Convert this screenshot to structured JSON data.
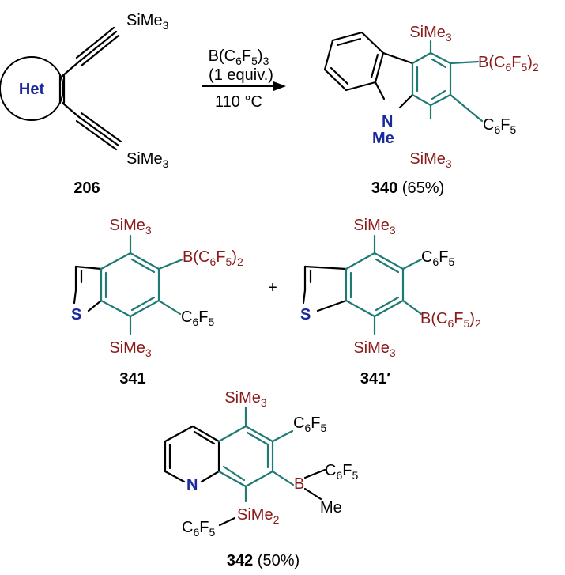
{
  "labels": {
    "het": "Het",
    "sime3": "SiMe",
    "sub3": "3",
    "sime2": "SiMe",
    "sub2": "2",
    "b_open": "B(C",
    "c6": "6",
    "f5": "F",
    "sub5": "5",
    "close": ")",
    "c_atom": "C",
    "f_atom": "F",
    "b_atom": "B",
    "n": "N",
    "me": "Me",
    "s": "S",
    "plus": "+"
  },
  "reaction": {
    "reagent_prefix": "B(C",
    "reagent_sub6": "6",
    "reagent_f": "F",
    "reagent_sub5": "5",
    "reagent_close": ")",
    "reagent_sub3": "3",
    "equiv": "(1 equiv.)",
    "temperature": "110 °C"
  },
  "compounds": {
    "c206": {
      "id": "206"
    },
    "c340": {
      "id": "340",
      "yield": "(65%)"
    },
    "c341": {
      "id": "341"
    },
    "c341p": {
      "id": "341′"
    },
    "c342": {
      "id": "342",
      "yield": "(50%)"
    }
  }
}
